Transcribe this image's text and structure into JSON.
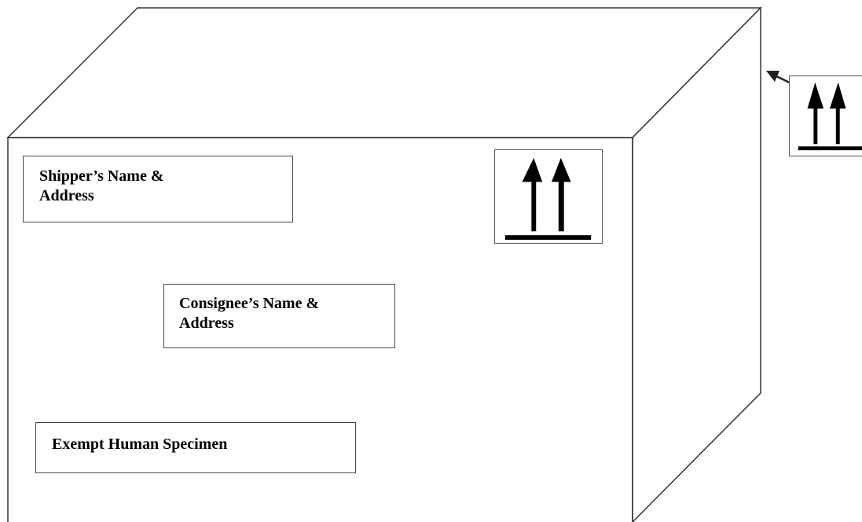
{
  "diagram": {
    "labels": {
      "shipper": "Shipper’s Name &\nAddress",
      "consignee": "Consignee’s Name &\nAddress",
      "exempt": "Exempt Human Specimen"
    },
    "icons": {
      "orientation": "this-way-up-arrows-icon",
      "pointer": "pointer-arrow-icon"
    },
    "colors": {
      "line": "#333333",
      "text": "#000000",
      "background": "#ffffff"
    }
  }
}
